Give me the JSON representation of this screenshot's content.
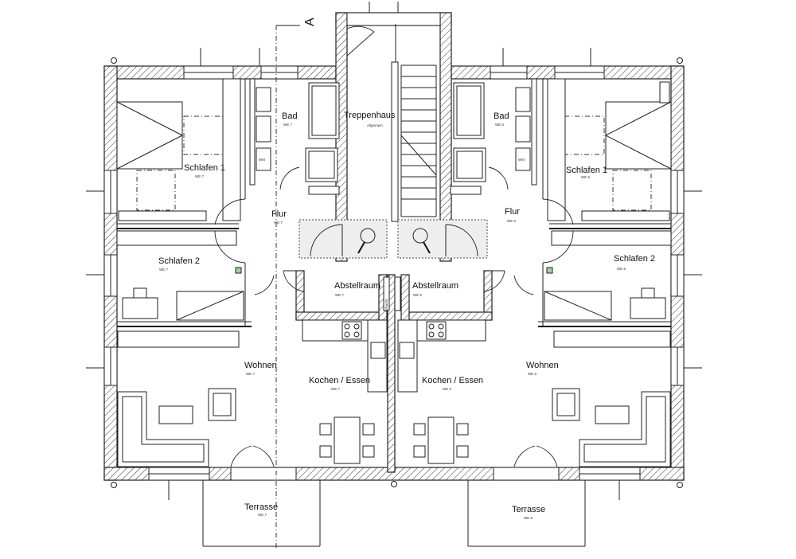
{
  "section_marker": "A",
  "rooms": {
    "treppenhaus": {
      "label": "Treppenhaus",
      "sub": "Allgemein"
    },
    "bad_l": {
      "label": "Bad",
      "sub": "WE 7"
    },
    "bad_r": {
      "label": "Bad",
      "sub": "WE 6"
    },
    "schlafen1_l": {
      "label": "Schlafen 1",
      "sub": "WE 7"
    },
    "schlafen1_r": {
      "label": "Schlafen 1",
      "sub": "WE 6"
    },
    "flur_l": {
      "label": "Flur",
      "sub": "WE 7"
    },
    "flur_r": {
      "label": "Flur",
      "sub": "WE 6"
    },
    "schlafen2_l": {
      "label": "Schlafen 2",
      "sub": "WE 7"
    },
    "schlafen2_r": {
      "label": "Schlafen 2",
      "sub": "WE 6"
    },
    "abstell_l": {
      "label": "Abstellraum",
      "sub": "WE 7"
    },
    "abstell_r": {
      "label": "Abstellraum",
      "sub": "WE 6"
    },
    "wohnen_l": {
      "label": "Wohnen",
      "sub": "WE 7"
    },
    "wohnen_r": {
      "label": "Wohnen",
      "sub": "WE 6"
    },
    "kochen_l": {
      "label": "Kochen / Essen",
      "sub": "WE 7"
    },
    "kochen_r": {
      "label": "Kochen / Essen",
      "sub": "WE 6"
    },
    "terrasse_l": {
      "label": "Terrasse",
      "sub": "WE 7"
    },
    "terrasse_r": {
      "label": "Terrasse",
      "sub": "WE 6"
    }
  },
  "small_tags": {
    "wm_l": "WM",
    "wm_r": "WM",
    "shaft": "Schacht"
  }
}
